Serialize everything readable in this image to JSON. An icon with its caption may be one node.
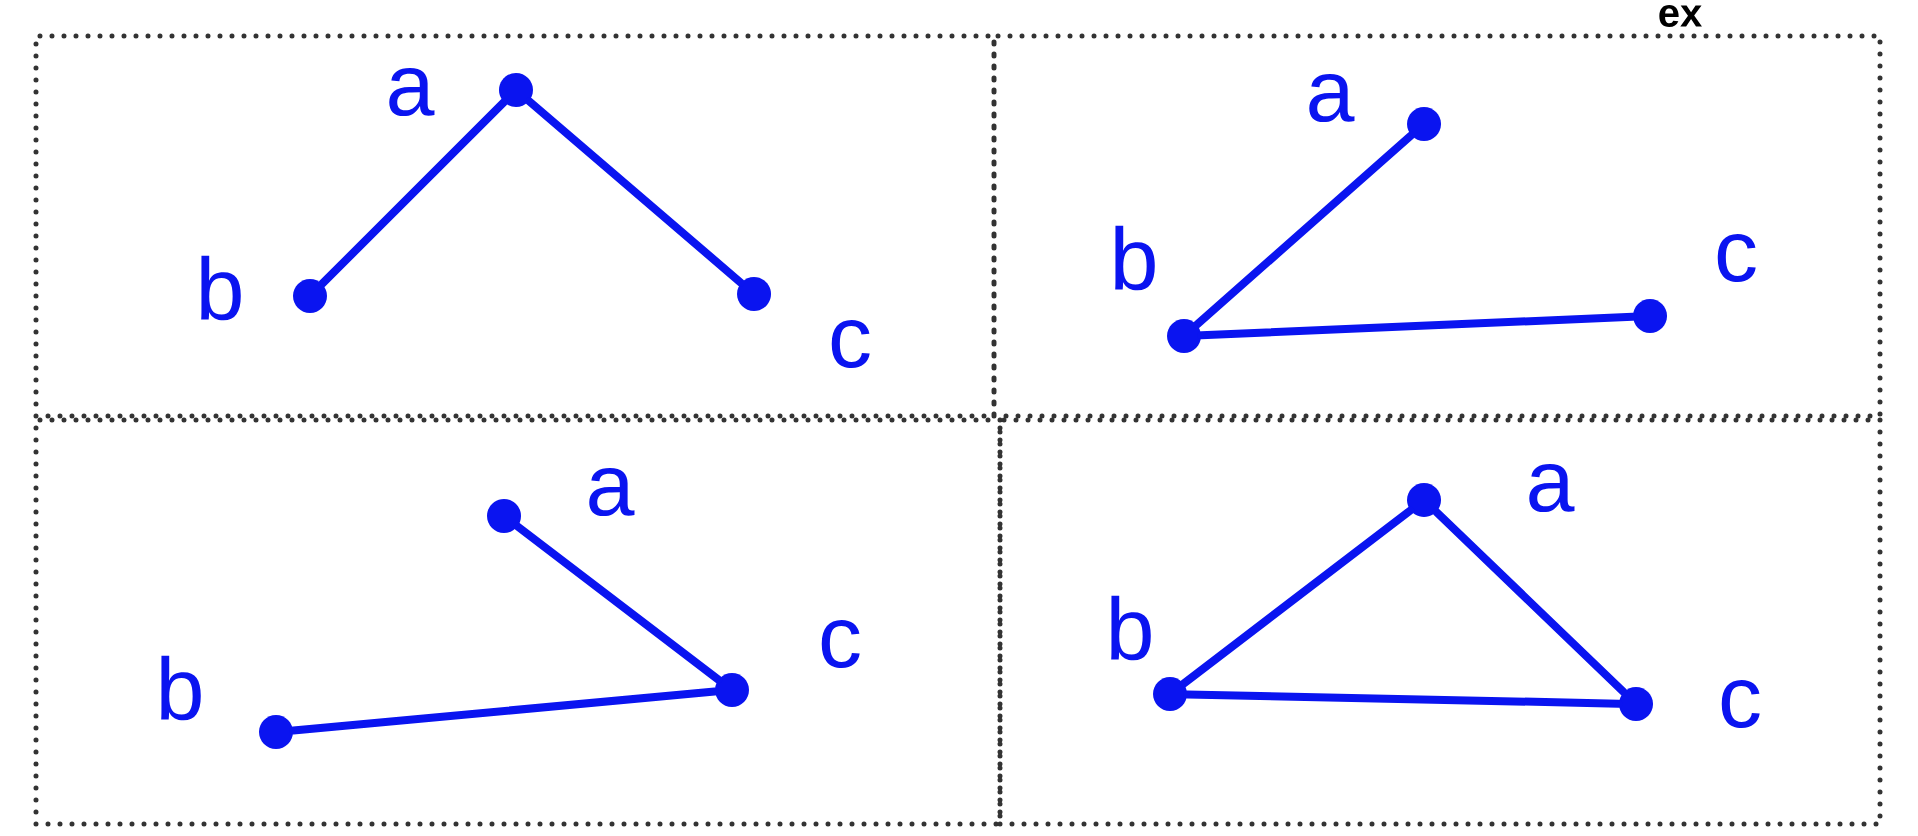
{
  "diagram": {
    "nodes": [
      {
        "text": [],
        "shape": "box"
      },
      {
        "text": [],
        "shape": "circle",
        "beside": [
          "a"
        ],
        "in": 0
      },
      {
        "text": [],
        "shape": "circle",
        "beside": [
          "b"
        ],
        "in": 0
      },
      {
        "text": [],
        "shape": "circle",
        "beside": [
          "c"
        ],
        "in": 0
      },
      {
        "text": [],
        "shape": "box"
      },
      {
        "text": [],
        "shape": "circle",
        "beside": [
          "a"
        ],
        "in": 4
      },
      {
        "text": [],
        "shape": "circle",
        "beside": [
          "b"
        ],
        "in": 4
      },
      {
        "text": [],
        "shape": "circle",
        "beside": [
          "c"
        ],
        "in": 4
      },
      {
        "text": [],
        "shape": "box"
      },
      {
        "text": [],
        "shape": "circle",
        "beside": [
          "a"
        ],
        "in": 8
      },
      {
        "text": [],
        "shape": "circle",
        "beside": [
          "b"
        ],
        "in": 8
      },
      {
        "text": [],
        "shape": "circle",
        "beside": [
          "c"
        ],
        "in": 8
      },
      {
        "text": [],
        "shape": "box"
      },
      {
        "text": [],
        "shape": "circle",
        "beside": [
          "a"
        ],
        "in": 12
      },
      {
        "text": [],
        "shape": "circle",
        "beside": [
          "b"
        ],
        "in": 12
      },
      {
        "text": [],
        "shape": "circle",
        "beside": [
          "c"
        ],
        "in": 12
      }
    ],
    "edges": [
      {
        "from": 1,
        "to": 2,
        "arrow": "none"
      },
      {
        "from": 1,
        "to": 3,
        "arrow": "none"
      },
      {
        "from": 5,
        "to": 6,
        "arrow": "none"
      },
      {
        "from": 6,
        "to": 7,
        "arrow": "none"
      },
      {
        "from": 9,
        "to": 11,
        "arrow": "none"
      },
      {
        "from": 10,
        "to": 11,
        "arrow": "none"
      },
      {
        "from": 13,
        "to": 14,
        "arrow": "none"
      },
      {
        "from": 13,
        "to": 15,
        "arrow": "none"
      },
      {
        "from": 14,
        "to": 15,
        "arrow": "none"
      }
    ],
    "labels": [
      "ex"
    ]
  }
}
